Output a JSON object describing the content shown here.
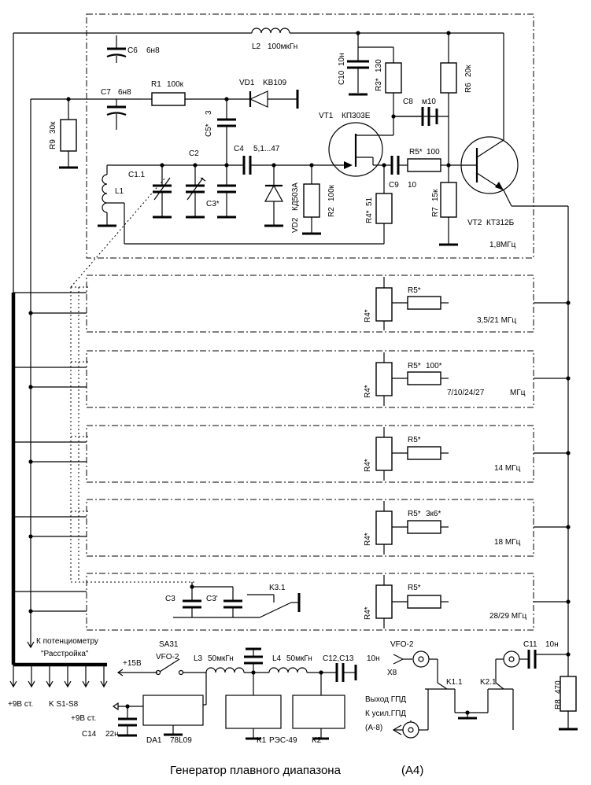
{
  "title": "Генератор плавного диапазона",
  "title_ref": "(А4)",
  "labels": {
    "c6": "C6",
    "c6_val": "6н8",
    "l2": "L2",
    "l2_val": "100мкГн",
    "c10": "C10",
    "c10_val": "10н",
    "r3": "R3*",
    "r3_val": "130",
    "r6": "R6",
    "r6_val": "20к",
    "c8": "C8",
    "c8_val": "м10",
    "c7": "C7",
    "c7_val": "6н8",
    "r1": "R1",
    "r1_val": "100к",
    "vd1": "VD1",
    "vd1_val": "KB109",
    "r9": "R9",
    "r9_val": "30к",
    "c5": "C5*",
    "c5_val": "3",
    "vt1": "VT1",
    "vt1_val": "КП303Е",
    "c11": "C1.1",
    "c2": "C2",
    "l1": "L1",
    "c4": "C4",
    "c4_val": "5,1...47",
    "c3": "C3*",
    "vd2": "VD2",
    "vd2_val": "КД503А",
    "r2": "R2",
    "r2_val": "100к",
    "c9": "C9",
    "c9_val": "10",
    "r5": "R5*",
    "r5_val": "100",
    "r7": "R7",
    "r7_val": "15к",
    "r4": "R4*",
    "r4_val": "51",
    "vt2": "VT2",
    "vt2_val": "КТ312Б",
    "band0": "1,8МГц",
    "r4s": "R4*",
    "r5s": "R5*",
    "band1": "3,5/21 МГц",
    "r5_band2_val": "100*",
    "band2": "7/10/24/27",
    "band2_unit": "МГц",
    "band3": "14 МГц",
    "r5_band4_val": "3к6*",
    "band4": "18 МГц",
    "c3b": "C3",
    "c3p": "C3'",
    "k31": "K3.1",
    "band5": "28/29 МГц",
    "pot1": "К потенциометру",
    "pot2": "\"Расстройка\"",
    "sa31": "SA31",
    "p15": "+15В",
    "vfo2": "VFO-2",
    "l3": "L3",
    "l3_val": "50мкГн",
    "l4": "L4",
    "l4_val": "50мкГн",
    "c1213": "C12,C13",
    "c1213_val": "10н",
    "vfo2b": "VFO-2",
    "x8": "X8",
    "c11b": "C11",
    "c11b_val": "10н",
    "k11": "K1.1",
    "k21": "K2.1",
    "r8": "R8",
    "r8_val": "470",
    "p9a": "+9В ст.",
    "ks": "K S1-S8",
    "p9b": "+9В ст.",
    "c14": "C14",
    "c14_val": "22н",
    "da1": "DA1",
    "da1_val": "78L09",
    "k1": "K1",
    "k1_val": "РЭС-49",
    "k2": "K2",
    "out1": "Выход ГПД",
    "out2": "К усил.ГПД",
    "out3": "(А-8)"
  }
}
